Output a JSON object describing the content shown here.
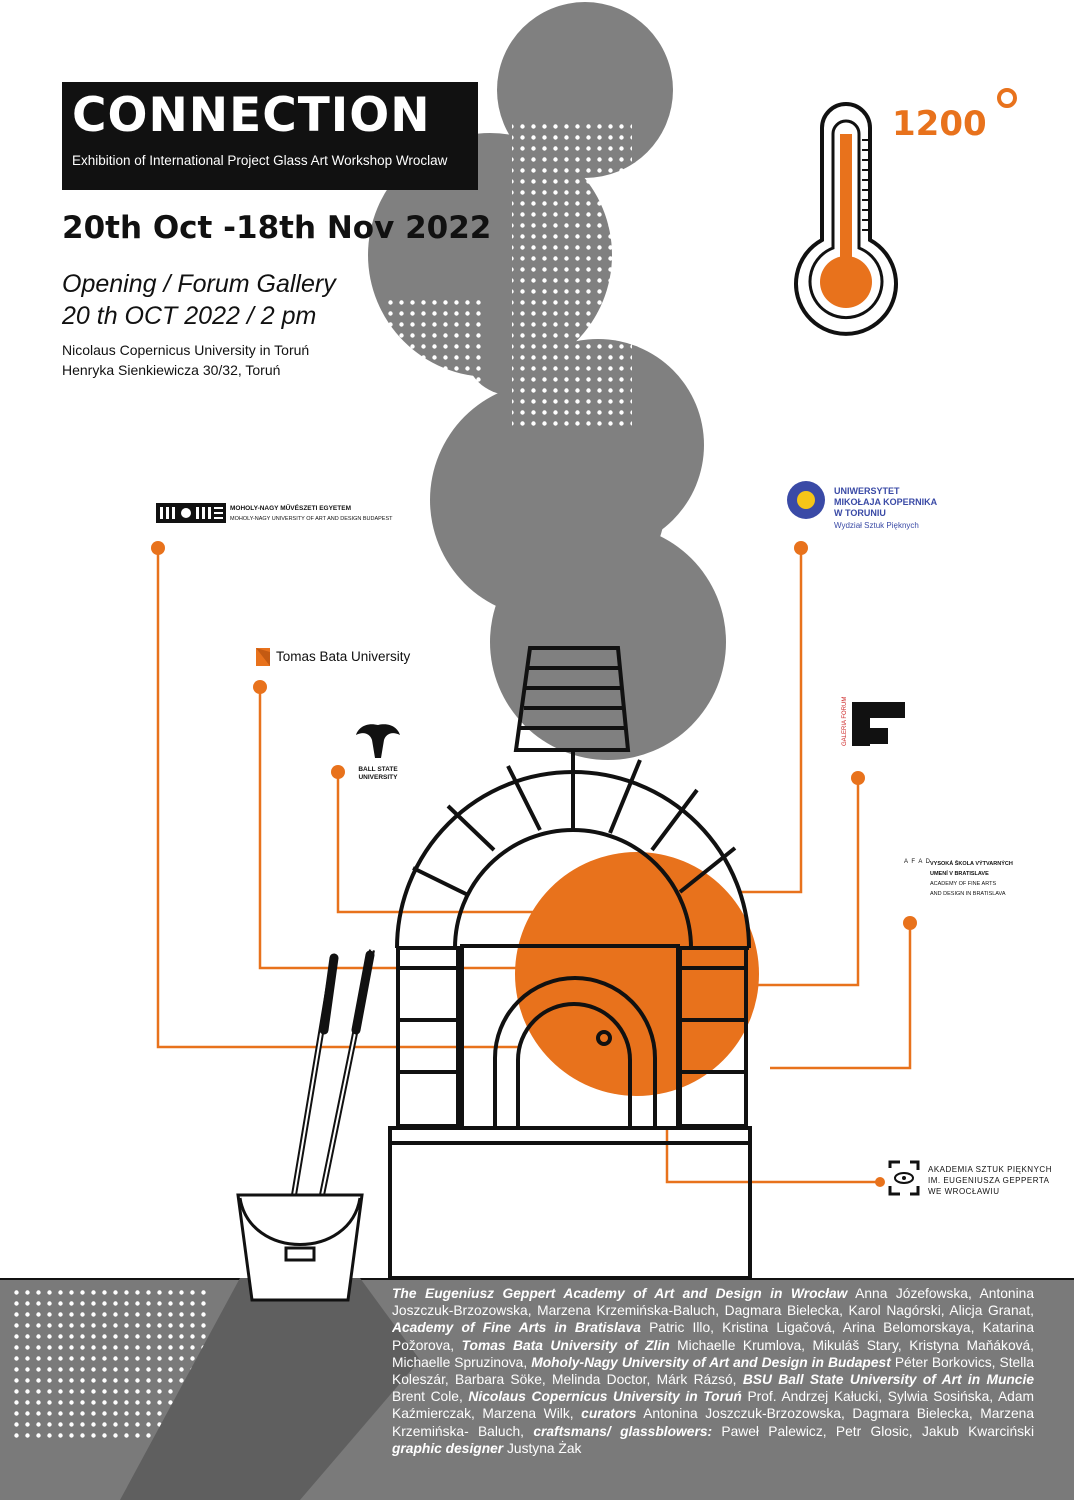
{
  "poster": {
    "title": "CONNECTION",
    "subtitle": "Exhibition of International Project Glass Art Workshop Wroclaw",
    "dates": "20th Oct -18th Nov 2022",
    "opening_line1": "Opening  / Forum Gallery",
    "opening_line2": "20 th OCT 2022 / 2 pm",
    "venue_line1": "Nicolaus Copernicus University in Toruń",
    "venue_line2": "Henryka Sienkiewicza 30/32, Toruń",
    "temperature": "1200"
  },
  "logos": {
    "mome_name": "MOHOLY-NAGY MŰVÉSZETI EGYETEM",
    "mome_sub": "MOHOLY-NAGY UNIVERSITY OF ART AND DESIGN BUDAPEST",
    "tbu_name": "Tomas Bata University",
    "bsu_line1": "BALL STATE",
    "bsu_line2": "UNIVERSITY",
    "umk_line1": "UNIWERSYTET",
    "umk_line2": "MIKOŁAJA KOPERNIKA",
    "umk_line3": "W TORUNIU",
    "umk_sub": "Wydział Sztuk Pięknych",
    "galeria": "GALERIA FORUM",
    "avu_line1": "VYSOKÁ ŠKOLA VÝTVARNÝCH",
    "avu_line2": "UMENÍ V BRATISLAVE",
    "avu_line3": "ACADEMY OF FINE ARTS",
    "avu_line4": "AND DESIGN IN BRATISLAVA",
    "asp_line1": "AKADEMIA SZTUK PIĘKNYCH",
    "asp_line2": "IM. EUGENIUSZA GEPPERTA",
    "asp_line3": "WE WROCŁAWIU"
  },
  "credits": {
    "segments": [
      {
        "bold": true,
        "text": "The Eugeniusz Geppert  Academy of Art and Design in Wrocław"
      },
      {
        "bold": false,
        "text": " Anna Józefowska, Antonina Joszczuk-Brzozowska, Marzena Krzemińska-Baluch, Dagmara Bielecka, Karol Nagórski, Alicja Granat, "
      },
      {
        "bold": true,
        "text": "Academy of Fine Arts in Bratislava"
      },
      {
        "bold": false,
        "text": "  Patric Illo, Kristina Ligačová, Arina Belomorskaya, Katarina Požorova, "
      },
      {
        "bold": true,
        "text": "Tomas Bata University of Zlin"
      },
      {
        "bold": false,
        "text": " Michaelle Krumlova, Mikuláš Stary, Kristyna Maňáková, Michaelle Spruzinova, "
      },
      {
        "bold": true,
        "text": "Moholy-Nagy University of Art and Design in Budapest"
      },
      {
        "bold": false,
        "text": "  Péter Borkovics, Stella Koleszár, Barbara Söke, Melinda Doctor, Márk Rázsó, "
      },
      {
        "bold": true,
        "text": "BSU Ball State University of Art in Muncie"
      },
      {
        "bold": false,
        "text": " Brent Cole, "
      },
      {
        "bold": true,
        "text": "Nicolaus Copernicus University  in Toruń"
      },
      {
        "bold": false,
        "text": "  Prof. Andrzej Kałucki, Sylwia Sosińska, Adam Kaźmierczak, Marzena Wilk, "
      },
      {
        "bold": true,
        "text": "curators"
      },
      {
        "bold": false,
        "text": " Antonina Joszczuk-Brzozowska, Dagmara Bielecka, Marzena Krzemińska- Baluch, "
      },
      {
        "bold": true,
        "text": "craftsmans/ glassblowers:"
      },
      {
        "bold": false,
        "text": " Paweł Palewicz, Petr Glosic, Jakub Kwarciński "
      },
      {
        "bold": true,
        "text": "graphic designer"
      },
      {
        "bold": false,
        "text": " Justyna Żak"
      }
    ]
  },
  "colors": {
    "accent": "#e8721c",
    "smoke": "#808080",
    "ground": "#7a7a7a",
    "ink": "#111111"
  },
  "icons": [
    "thermometer-icon",
    "smoke-cloud-icon",
    "glass-furnace-icon",
    "bucket-icon",
    "blowpipe-icon"
  ]
}
